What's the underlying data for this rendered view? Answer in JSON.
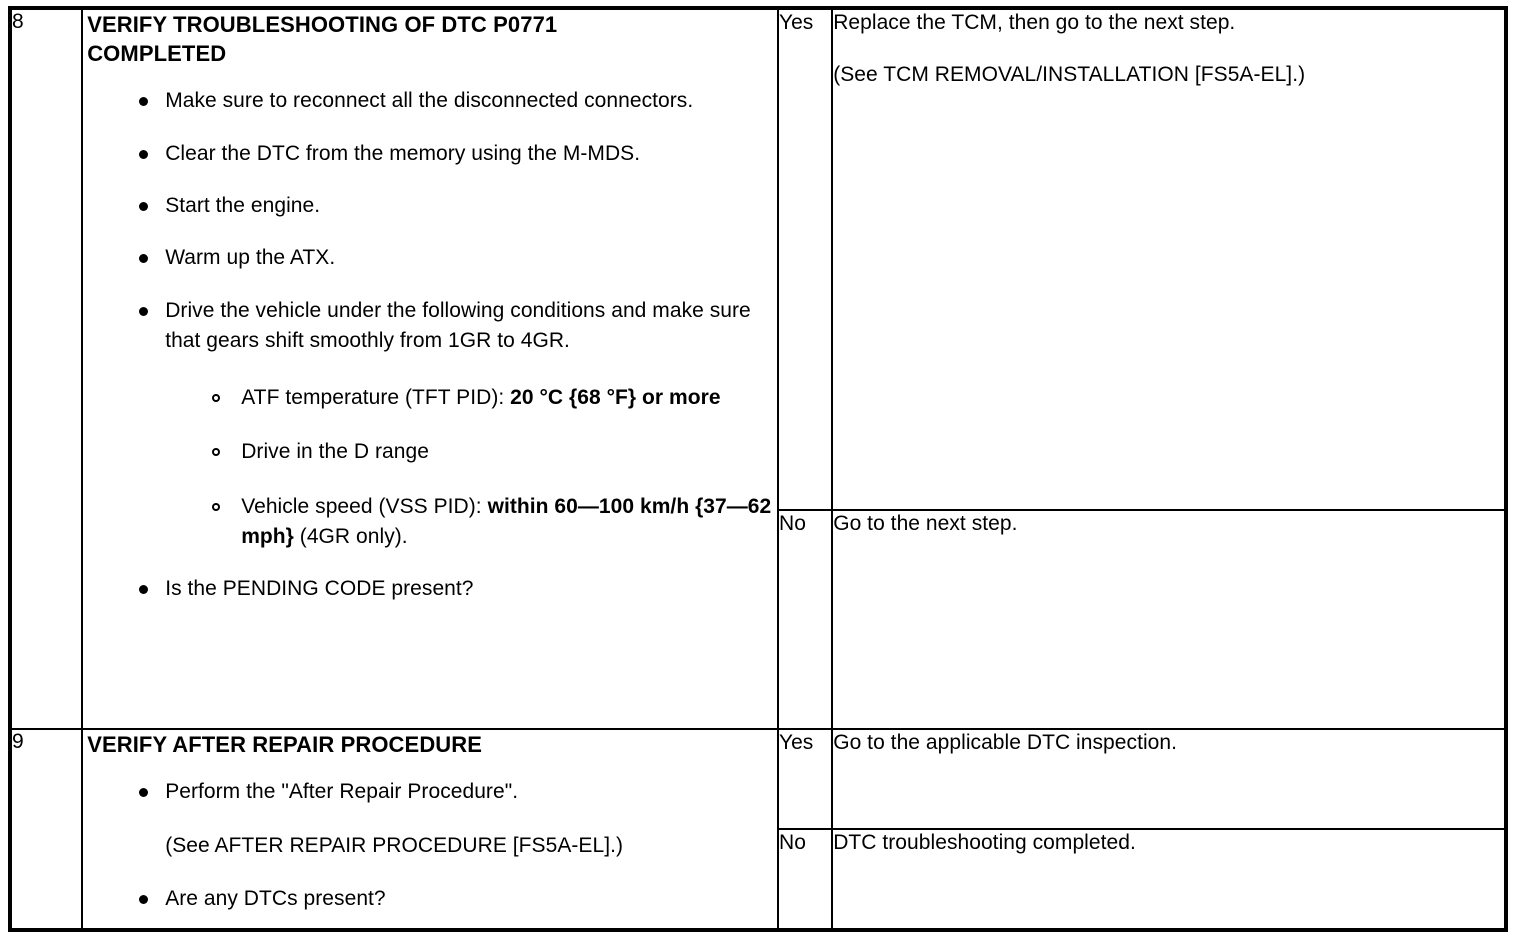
{
  "document": {
    "type": "dtc-troubleshooting-table",
    "column_headers_visible": false
  },
  "rows": [
    {
      "step": "8",
      "title": "VERIFY TROUBLESHOOTING OF DTC P0771 COMPLETED",
      "bullets": [
        {
          "text": "Make sure to reconnect all the disconnected connectors."
        },
        {
          "text": "Clear the DTC from the memory using the M-MDS."
        },
        {
          "text": "Start the engine."
        },
        {
          "text": "Warm up the ATX."
        },
        {
          "text": "Drive the vehicle under the following conditions and make sure that gears shift smoothly from 1GR to 4GR.",
          "sub": [
            {
              "plain_prefix": "ATF temperature (TFT PID): ",
              "bold": "20 °C {68 °F} or more",
              "plain_suffix": ""
            },
            {
              "plain_prefix": "Drive in the D range",
              "bold": "",
              "plain_suffix": ""
            },
            {
              "plain_prefix": "Vehicle speed (VSS PID): ",
              "bold": "within 60—100 km/h {37—62 mph}",
              "plain_suffix": " (4GR only)."
            }
          ]
        },
        {
          "text": "Is the PENDING CODE present?"
        }
      ],
      "outcomes": [
        {
          "label": "Yes",
          "lines": [
            "Replace the TCM, then go to the next step.",
            "(See TCM REMOVAL/INSTALLATION [FS5A-EL].)"
          ]
        },
        {
          "label": "No",
          "lines": [
            "Go to the next step."
          ]
        }
      ]
    },
    {
      "step": "9",
      "title": "VERIFY AFTER REPAIR PROCEDURE",
      "bullets": [
        {
          "text": "Perform the \"After Repair Procedure\".",
          "note": "(See AFTER REPAIR PROCEDURE [FS5A-EL].)"
        },
        {
          "text": "Are any DTCs present?"
        }
      ],
      "outcomes": [
        {
          "label": "Yes",
          "lines": [
            "Go to the applicable DTC inspection."
          ]
        },
        {
          "label": "No",
          "lines": [
            "DTC troubleshooting completed."
          ]
        }
      ]
    }
  ],
  "colors": {
    "ink": "#000000",
    "paper": "#ffffff"
  }
}
